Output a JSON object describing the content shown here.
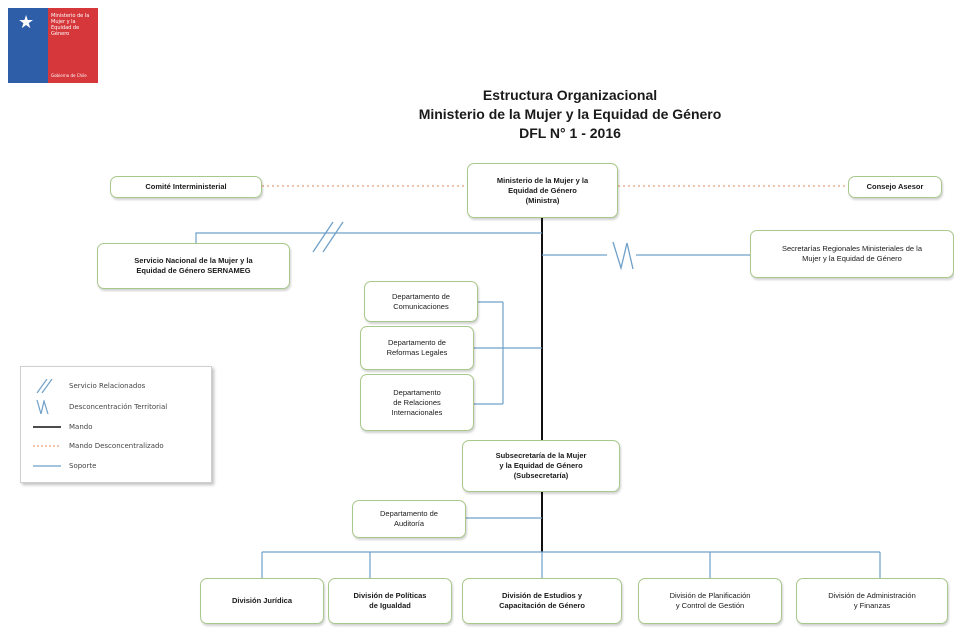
{
  "logo": {
    "text": "Ministerio de la Mujer y la Equidad de Género",
    "subtext": "Gobierno de Chile"
  },
  "title": {
    "line1": "Estructura Organizacional",
    "line2": "Ministerio de la Mujer y la Equidad de Género",
    "line3": "DFL N° 1 - 2016"
  },
  "nodes": {
    "ministerio": "Ministerio de la Mujer y la\nEquidad de Género\n(Ministra)",
    "comite": "Comité Interministerial",
    "consejo": "Consejo Asesor",
    "sernameg": "Servicio Nacional de la Mujer y la\nEquidad de Género SERNAMEG",
    "seremi": "Secretarías Regionales Ministeriales de la\nMujer y la Equidad de Género",
    "comunicaciones": "Departamento de\nComunicaciones",
    "reformas": "Departamento de\nReformas Legales",
    "relaciones": "Departamento\nde Relaciones\nInternacionales",
    "subsecretaria": "Subsecretaría de la Mujer\ny la Equidad de Género\n(Subsecretaría)",
    "auditoria": "Departamento de\nAuditoría",
    "juridica": "División Jurídica",
    "politicas": "División de Políticas\nde Igualdad",
    "estudios": "División de Estudios y\nCapacitación de Género",
    "planificacion": "División de Planificación\ny Control de Gestión",
    "administracion": "División de Administración\ny Finanzas"
  },
  "legend": {
    "items": [
      {
        "label": "Servicio Relacionados",
        "icon": "double-slash-icon"
      },
      {
        "label": "Desconcentración Territorial",
        "icon": "zigzag-icon"
      },
      {
        "label": "Mando",
        "icon": "black-line"
      },
      {
        "label": "Mando Desconcentralizado",
        "icon": "orange-dotted-line"
      },
      {
        "label": "Soporte",
        "icon": "blue-line"
      }
    ]
  },
  "colors": {
    "box_border": "#a9c98c",
    "mando": "#111111",
    "mando_desc": "#e8a07a",
    "soporte": "#6fa0c9",
    "relacionados": "#6fa0c9",
    "logo_blue": "#2f5ea8",
    "logo_red": "#d6373b"
  }
}
